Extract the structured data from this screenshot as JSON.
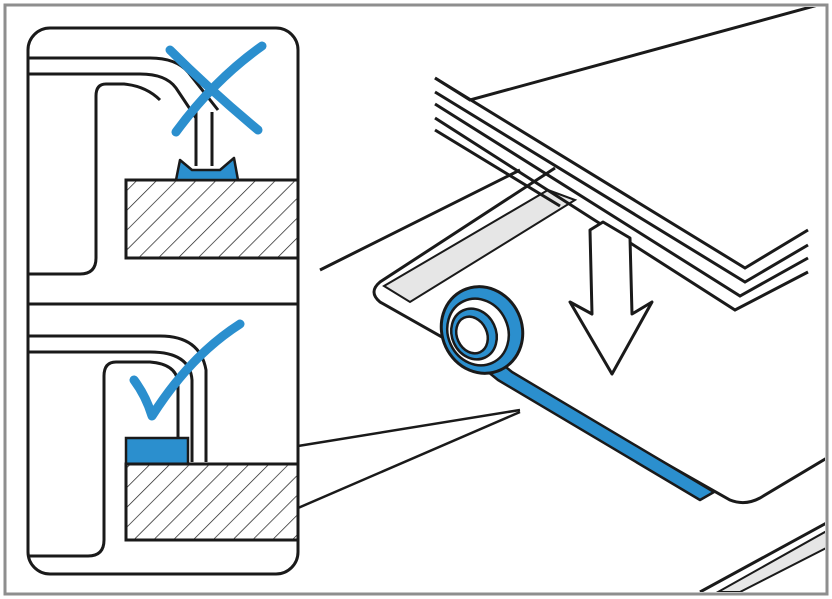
{
  "figure": {
    "kind": "installation-instruction-illustration",
    "panels": [
      {
        "id": "incorrect",
        "status_icon": "cross-icon"
      },
      {
        "id": "correct",
        "status_icon": "checkmark-icon"
      }
    ],
    "main_scene": {
      "elements": [
        "appliance",
        "worktop-cutout",
        "sealing-tape-roll",
        "down-arrow-icon"
      ]
    }
  },
  "colors": {
    "accent_blue": "#2b8fce",
    "light_gray": "#e6e6e6",
    "frame_gray": "#8e8e8e",
    "line": "#1a1a1a"
  }
}
